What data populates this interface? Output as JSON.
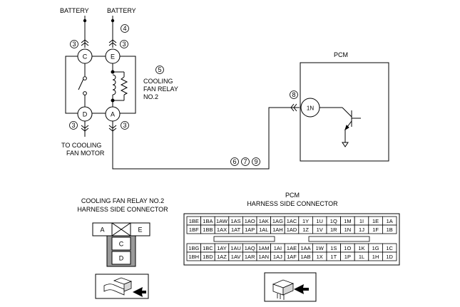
{
  "diagram": {
    "battery_left": "BATTERY",
    "battery_right": "BATTERY",
    "relay_label_lines": [
      "COOLING",
      "FAN RELAY",
      "NO.2"
    ],
    "motor_label_lines": [
      "TO COOLING",
      "FAN MOTOR"
    ],
    "pcm_box_title": "PCM",
    "pcm_terminal": "1N",
    "relay_terminals": {
      "c": "C",
      "e": "E",
      "d": "D",
      "a": "A"
    },
    "step_markers": {
      "m3": "3",
      "m4": "4",
      "m5": "5",
      "m6": "6",
      "m7": "7",
      "m8": "8",
      "m9": "9"
    }
  },
  "relay_connector": {
    "title_lines": [
      "COOLING FAN RELAY NO.2",
      "HARNESS SIDE CONNECTOR"
    ],
    "top_row": [
      "A",
      "",
      "E"
    ],
    "column": [
      "C",
      "D"
    ]
  },
  "pcm_connector": {
    "title_lines": [
      "PCM",
      "HARNESS SIDE CONNECTOR"
    ],
    "upper_rows": [
      [
        "1BE",
        "1BA",
        "1AW",
        "1AS",
        "1AO",
        "1AK",
        "1AG",
        "1AC",
        "1Y",
        "1U",
        "1Q",
        "1M",
        "1I",
        "1E",
        "1A"
      ],
      [
        "1BF",
        "1BB",
        "1AX",
        "1AT",
        "1AP",
        "1AL",
        "1AH",
        "1AD",
        "1Z",
        "1V",
        "1R",
        "1N",
        "1J",
        "1F",
        "1B"
      ]
    ],
    "lower_rows": [
      [
        "1BG",
        "1BC",
        "1AY",
        "1AU",
        "1AQ",
        "1AM",
        "1AI",
        "1AE",
        "1AA",
        "1W",
        "1S",
        "1O",
        "1K",
        "1G",
        "1C"
      ],
      [
        "1BH",
        "1BD",
        "1AZ",
        "1AV",
        "1AR",
        "1AN",
        "1AJ",
        "1AF",
        "1AB",
        "1X",
        "1T",
        "1P",
        "1L",
        "1H",
        "1D"
      ]
    ]
  }
}
